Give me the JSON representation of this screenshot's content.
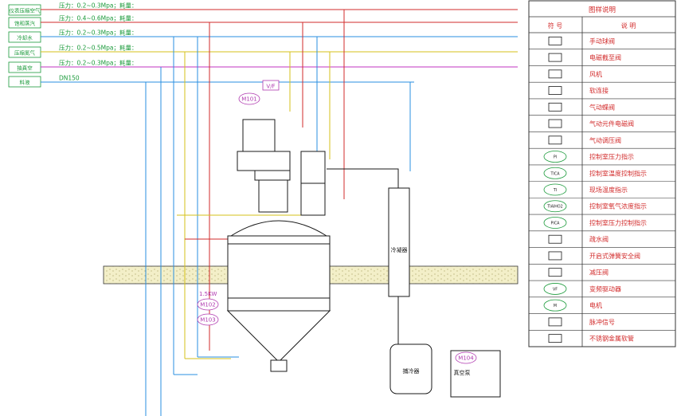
{
  "colors": {
    "instrument_air": "#d22b2b",
    "steam": "#d22b2b",
    "cooling_water": "#2a8fe0",
    "compressed_n2": "#d6c21a",
    "vacuum": "#c233c2",
    "feed": "#2a8fe0",
    "label_green": "#1a9a3a",
    "equipment": "#1a1a1a",
    "floor_fill": "#f3efc8",
    "motor_tag": "#b03ab0"
  },
  "utilities": [
    {
      "label": "仪表压缩空气",
      "spec": "压力：0.2~0.3Mpa；耗量：",
      "color_key": "instrument_air"
    },
    {
      "label": "饱和蒸汽",
      "spec": "压力：0.4~0.6Mpa；耗量：",
      "color_key": "steam"
    },
    {
      "label": "冷却水",
      "spec": "压力：0.2~0.3Mpa；耗量：",
      "color_key": "cooling_water"
    },
    {
      "label": "压缩氮气",
      "spec": "压力：0.2~0.5Mpa；耗量：",
      "color_key": "compressed_n2"
    },
    {
      "label": "抽真空",
      "spec": "压力：0.2~0.3Mpa；耗量：",
      "color_key": "vacuum"
    },
    {
      "label": "料液",
      "spec": "DN150",
      "color_key": "feed"
    }
  ],
  "equipment": {
    "vf_label": "V/F",
    "motor_m101": "M101",
    "power": "1.5KW",
    "motor_m102": "M102",
    "motor_m103": "M103",
    "motor_m104": "M104",
    "condenser": "冷凝器",
    "cold_trap": "捕冷器",
    "vacuum_pump": "真空泵"
  },
  "legend": {
    "title": "图样说明",
    "col_symbol": "符 号",
    "col_desc": "说 明",
    "items": [
      {
        "icon": "manual-ball-valve-icon",
        "text": "手动球阀"
      },
      {
        "icon": "solenoid-shutoff-valve-icon",
        "text": "电磁截至阀"
      },
      {
        "icon": "fan-icon",
        "text": "风机"
      },
      {
        "icon": "flexible-connection-icon",
        "text": "软连接"
      },
      {
        "icon": "pneumatic-butterfly-valve-icon",
        "text": "气动蝶阀"
      },
      {
        "icon": "pneumatic-solenoid-icon",
        "text": "气动元件电磁阀"
      },
      {
        "icon": "pneumatic-pressure-regulator-icon",
        "text": "气动调压阀"
      },
      {
        "icon": "pi-instrument-icon",
        "tag": "PI",
        "text": "控制室压力指示"
      },
      {
        "icon": "tica-instrument-icon",
        "tag": "TICA",
        "text": "控制室温度控制指示"
      },
      {
        "icon": "ti-instrument-icon",
        "tag": "TI",
        "text": "现场温度指示"
      },
      {
        "icon": "o2-instrument-icon",
        "tag": "TIAIHO2",
        "text": "控制室氧气浓度指示"
      },
      {
        "icon": "pica-instrument-icon",
        "tag": "PICA",
        "text": "控制室压力控制指示"
      },
      {
        "icon": "steam-trap-icon",
        "text": "疏水阀"
      },
      {
        "icon": "safety-valve-icon",
        "text": "开启式弹簧安全阀"
      },
      {
        "icon": "pressure-reducing-valve-icon",
        "text": "减压阀"
      },
      {
        "icon": "vfd-icon",
        "tag": "VF",
        "text": "变频驱动器"
      },
      {
        "icon": "motor-icon",
        "tag": "M",
        "text": "电机"
      },
      {
        "icon": "pulse-signal-icon",
        "text": "脉冲信号"
      },
      {
        "icon": "metal-hose-icon",
        "text": "不锈钢金属软管"
      }
    ]
  }
}
